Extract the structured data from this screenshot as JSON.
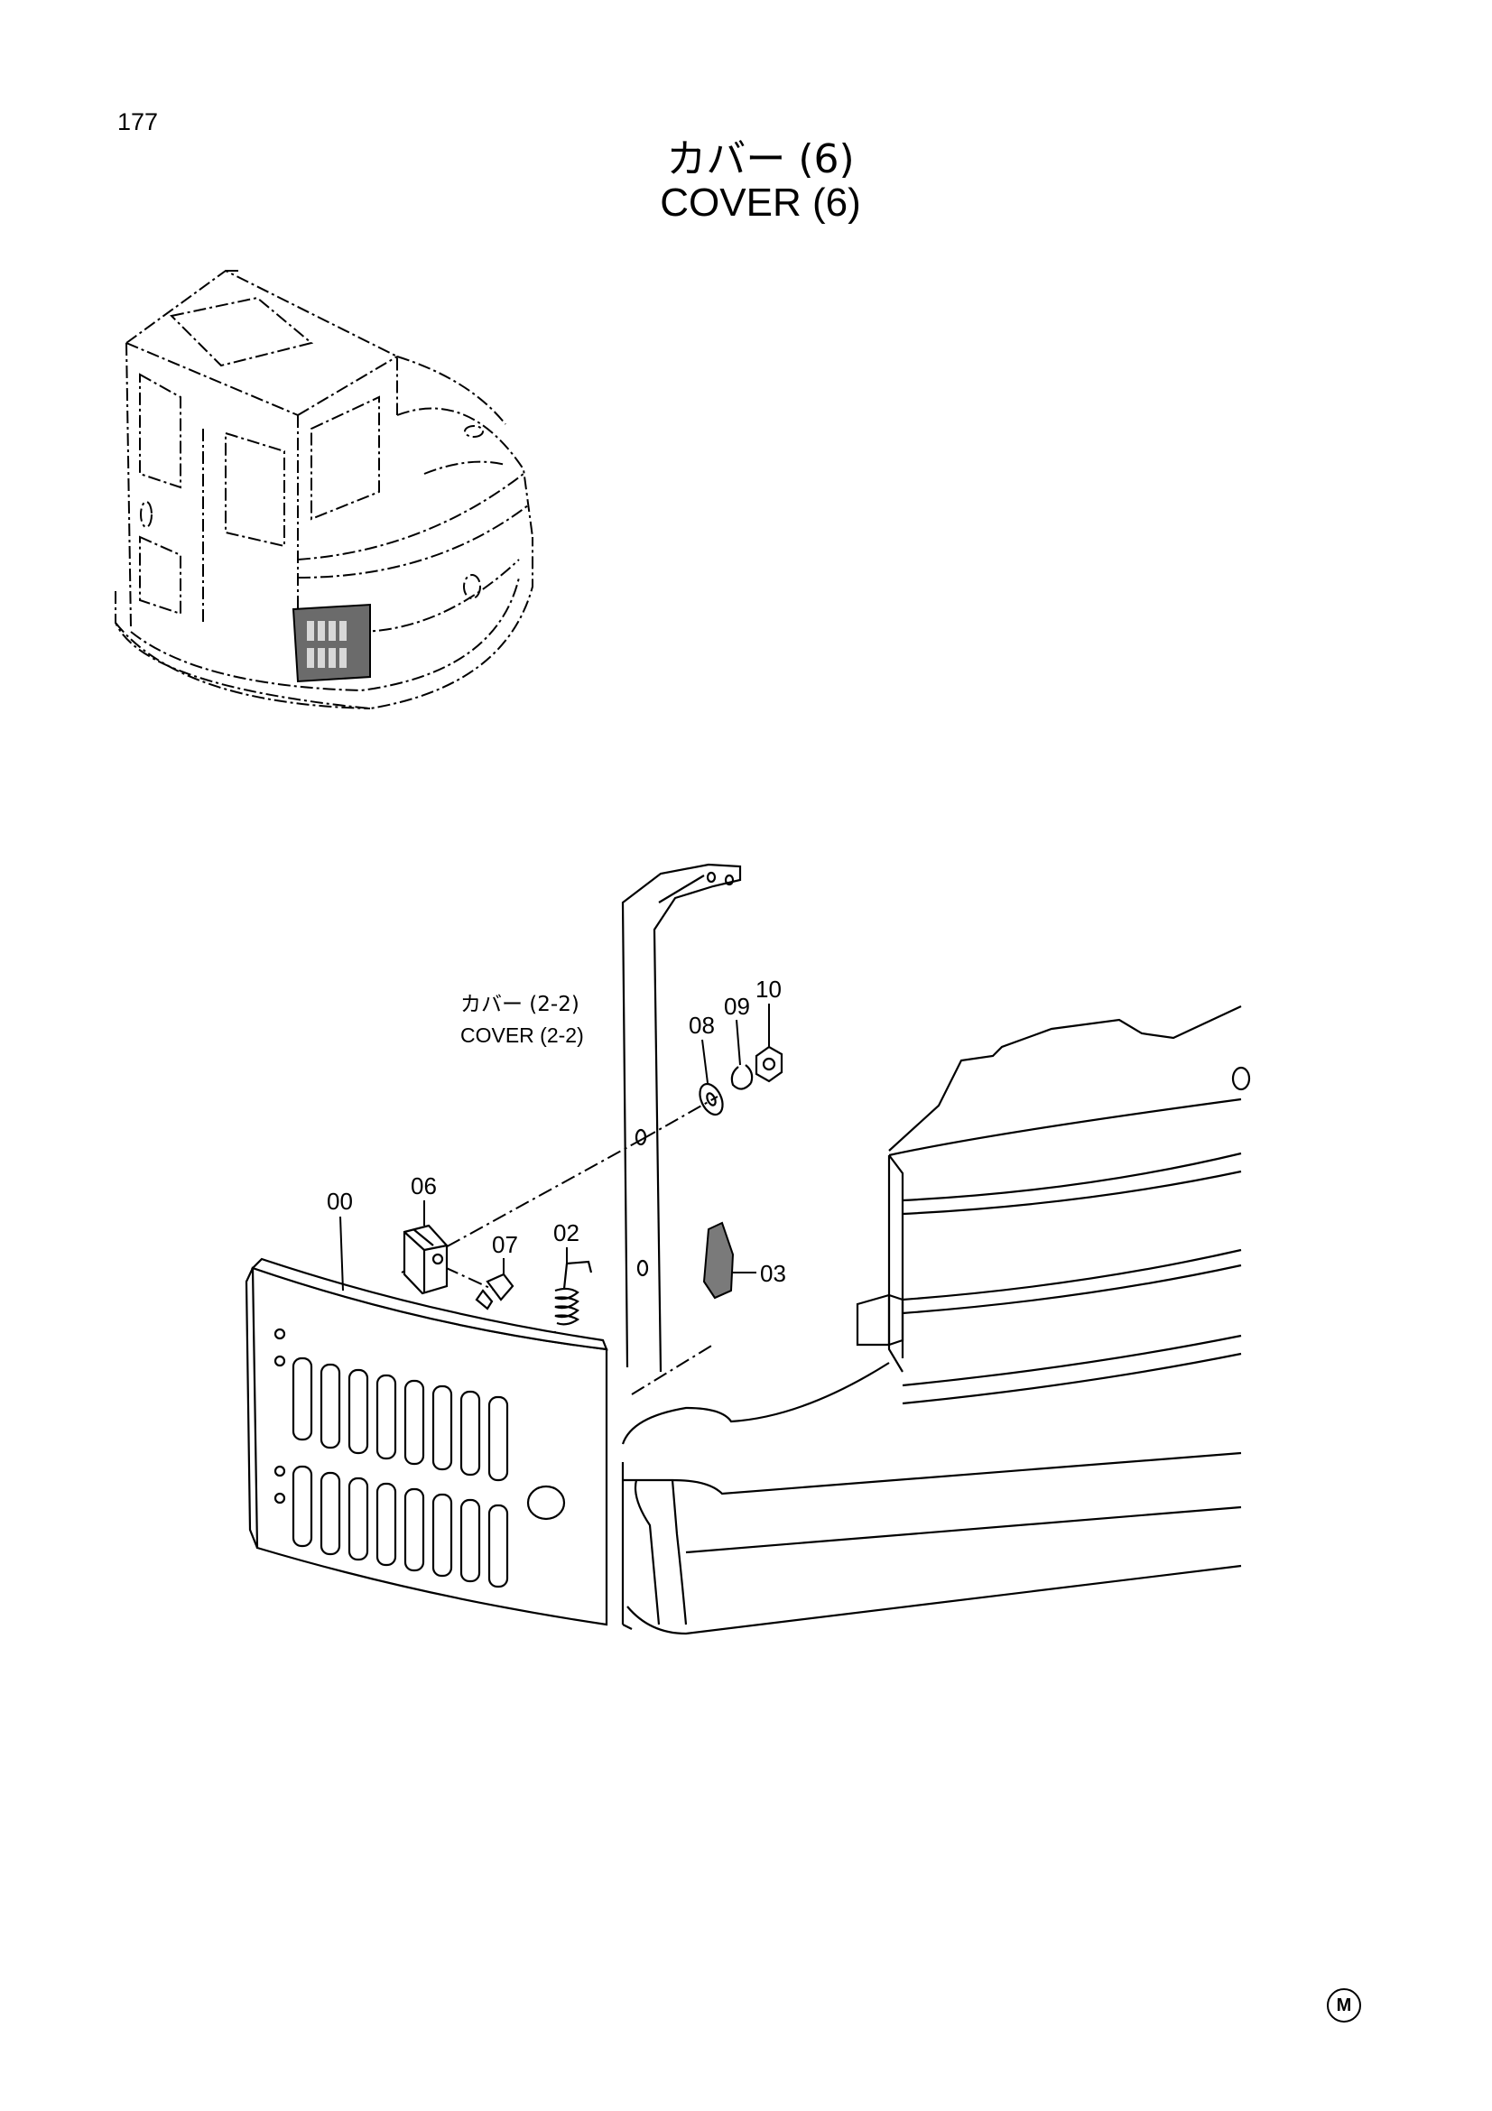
{
  "page_number": "177",
  "title": {
    "japanese": "カバー (6)",
    "english": "COVER (6)"
  },
  "reference": {
    "japanese": "カバー (2-2)",
    "english": "COVER (2-2)"
  },
  "callouts": {
    "p00": "00",
    "p02": "02",
    "p03": "03",
    "p06": "06",
    "p07": "07",
    "p08": "08",
    "p09": "09",
    "p10": "10"
  },
  "mark": "M"
}
